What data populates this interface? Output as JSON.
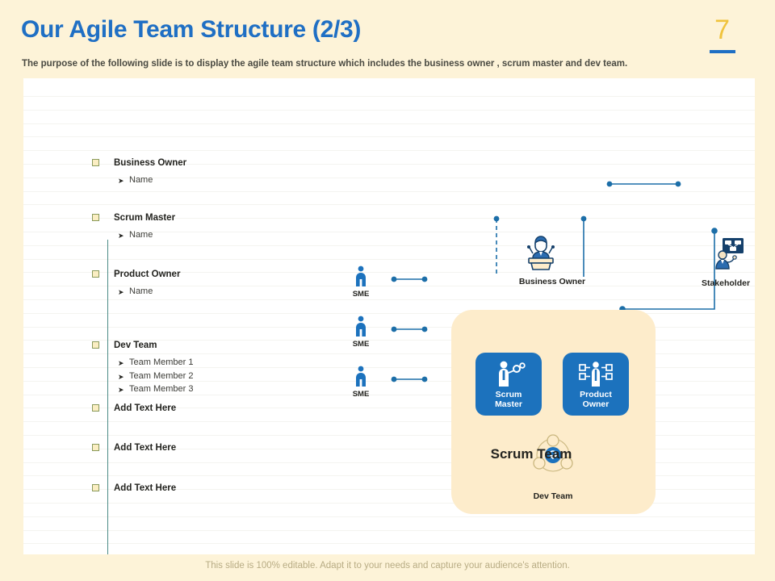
{
  "header": {
    "title": "Our Agile Team Structure (2/3)",
    "subtitle": "The purpose of the following slide is to display the agile team structure which includes the business owner , scrum master and dev  team.",
    "page_number": "7"
  },
  "footer": {
    "note": "This slide is 100% editable. Adapt it to your needs and capture your audience's attention."
  },
  "colors": {
    "background": "#fdf3d8",
    "panel": "#ffffff",
    "title_blue": "#1f6fc4",
    "card_blue": "#1c72bd",
    "connector_blue": "#1c6ea8",
    "scrum_panel_cream": "#fdeccb",
    "page_number_gold": "#f0c33c",
    "marker_fill": "#fbeec3",
    "marker_border": "#8a9a5b",
    "spine_teal": "#4a8b86",
    "footer_text": "#b8ac84"
  },
  "roles_list": [
    {
      "title": "Business Owner",
      "items": [
        "Name"
      ]
    },
    {
      "title": "Scrum Master",
      "items": [
        "Name"
      ]
    },
    {
      "title": "Product Owner",
      "items": [
        "Name"
      ]
    },
    {
      "title": "Dev Team",
      "items": [
        "Team Member 1",
        "Team Member 2",
        "Team Member 3"
      ]
    },
    {
      "title": "Add Text Here",
      "items": []
    },
    {
      "title": "Add Text Here",
      "items": []
    },
    {
      "title": "Add Text Here",
      "items": []
    }
  ],
  "diagram": {
    "business_owner": {
      "label": "Business Owner",
      "icon": "podium-speaker-icon"
    },
    "stakeholder": {
      "label": "Stakeholder",
      "icon": "presenter-board-icon"
    },
    "scrum_master_card": {
      "label_line1": "Scrum",
      "label_line2": "Master",
      "icon": "person-gears-icon"
    },
    "product_owner_card": {
      "label_line1": "Product",
      "label_line2": "Owner",
      "icon": "person-checklist-icon"
    },
    "dev_team": {
      "label": "Dev Team",
      "icon": "network-nodes-icon"
    },
    "scrum_team_caption": "Scrum Team",
    "sme_nodes": [
      {
        "label": "SME",
        "icon": "person-icon"
      },
      {
        "label": "SME",
        "icon": "person-icon"
      },
      {
        "label": "SME",
        "icon": "person-icon"
      }
    ]
  }
}
